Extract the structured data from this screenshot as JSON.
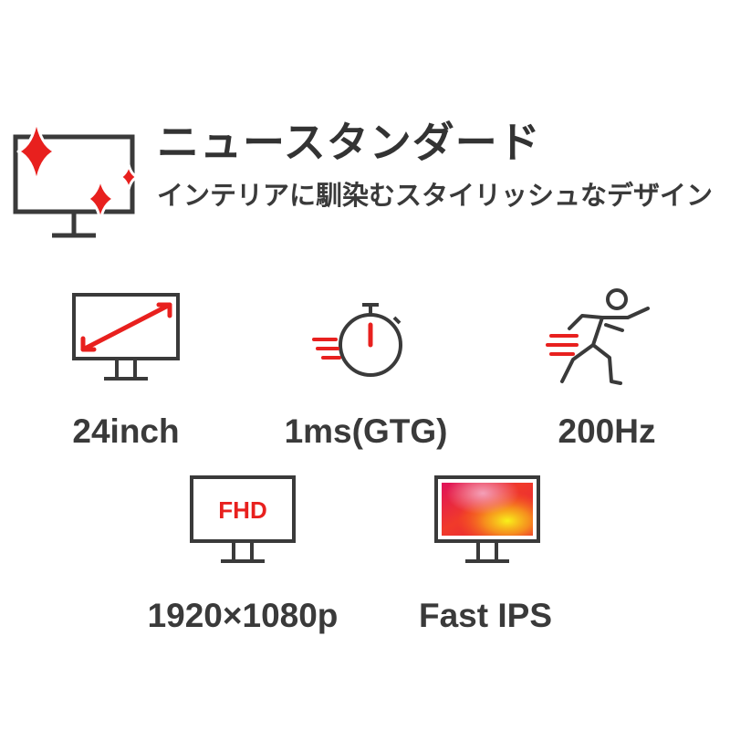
{
  "header": {
    "title": "ニュースタンダード",
    "subtitle": "インテリアに馴染むスタイリッシュなデザイン"
  },
  "features": [
    {
      "label": "24inch",
      "icon": "monitor-size-icon"
    },
    {
      "label": "1ms(GTG)",
      "icon": "stopwatch-icon"
    },
    {
      "label": "200Hz",
      "icon": "running-person-icon"
    },
    {
      "label": "1920×1080p",
      "icon": "fhd-monitor-icon",
      "badge": "FHD"
    },
    {
      "label": "Fast IPS",
      "icon": "ips-monitor-icon"
    }
  ],
  "colors": {
    "accent": "#e8201e",
    "outline": "#3a3a3a",
    "text": "#333333"
  }
}
